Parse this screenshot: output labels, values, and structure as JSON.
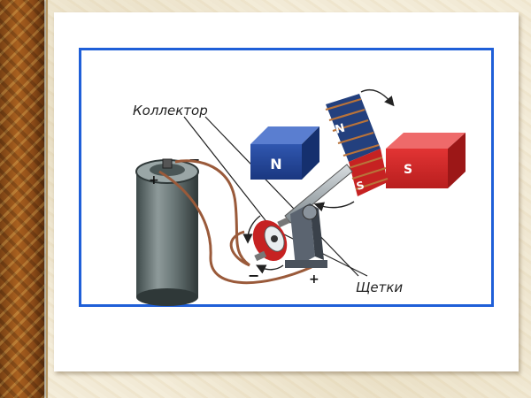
{
  "labels": {
    "collector": "Коллектор",
    "brushes": "Щетки"
  },
  "magnets": {
    "north": "N",
    "south": "S",
    "rotor_n": "N",
    "rotor_s": "S"
  },
  "battery": {
    "plus": "+",
    "minus": "−"
  },
  "terminals": {
    "minus": "−",
    "plus": "+"
  },
  "colors": {
    "frame": "#1f5fd8",
    "north_magnet": "#1c3f8c",
    "south_magnet": "#d42a2a",
    "wire": "#9a5a3a",
    "battery": "#5d6b6b"
  }
}
